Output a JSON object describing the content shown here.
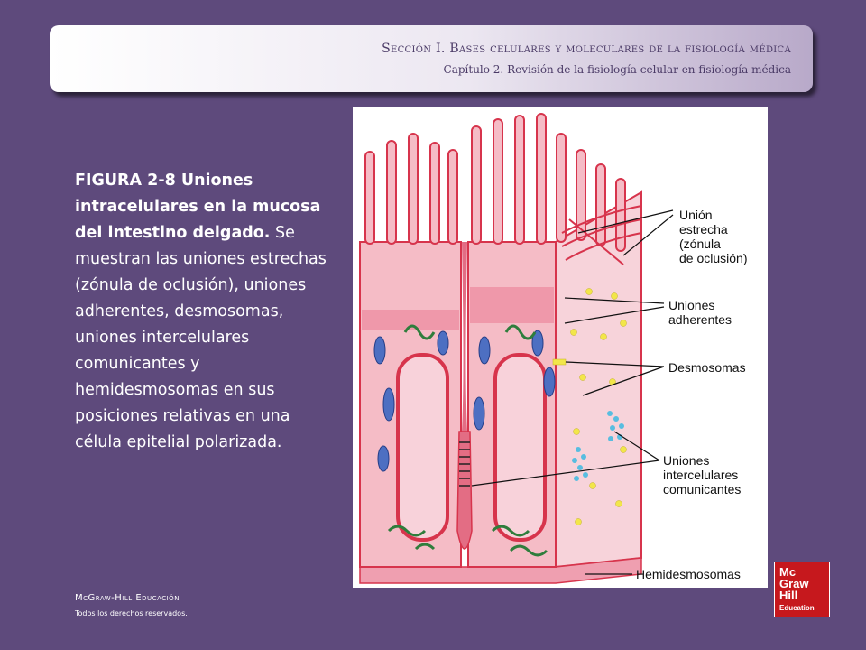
{
  "header": {
    "section": "Sección I.  Bases celulares y moleculares de la fisiología médica",
    "chapter": "Capítulo 2.  Revisión de la fisiología celular en fisiología médica"
  },
  "caption": {
    "title": "FIGURA 2-8 Uniones intracelulares en la mucosa del intestino delgado.",
    "body": " Se muestran las uniones estrechas (zónula de oclusión), uniones adherentes, desmosomas, uniones intercelulares comunicantes y hemidesmosomas en sus posiciones relativas en una célula epitelial polarizada."
  },
  "figure": {
    "labels": {
      "tight_junction": [
        "Unión",
        "estrecha",
        "(zónula",
        "de oclusión)"
      ],
      "adherens": [
        "Uniones",
        "adherentes"
      ],
      "desmosomes": [
        "Desmosomas"
      ],
      "gap_junctions": [
        "Uniones",
        "intercelulares",
        "comunicantes"
      ],
      "hemidesmosomes": [
        "Hemidesmosomas"
      ]
    },
    "colors": {
      "cell_fill": "#f5bcc6",
      "membrane": "#d7344c",
      "mitochondria": "#4d6fc2",
      "golgi": "#2f7d3c",
      "desmosome_dot": "#f2e64a",
      "gap_dot": "#58bde0"
    }
  },
  "footer": {
    "brand": "McGraw-Hill Educación",
    "rights": "Todos los derechos reservados."
  },
  "logo": {
    "line1": "Mc",
    "line2": "Graw",
    "line3": "Hill",
    "line4": "Education",
    "color": "#c6181d"
  }
}
